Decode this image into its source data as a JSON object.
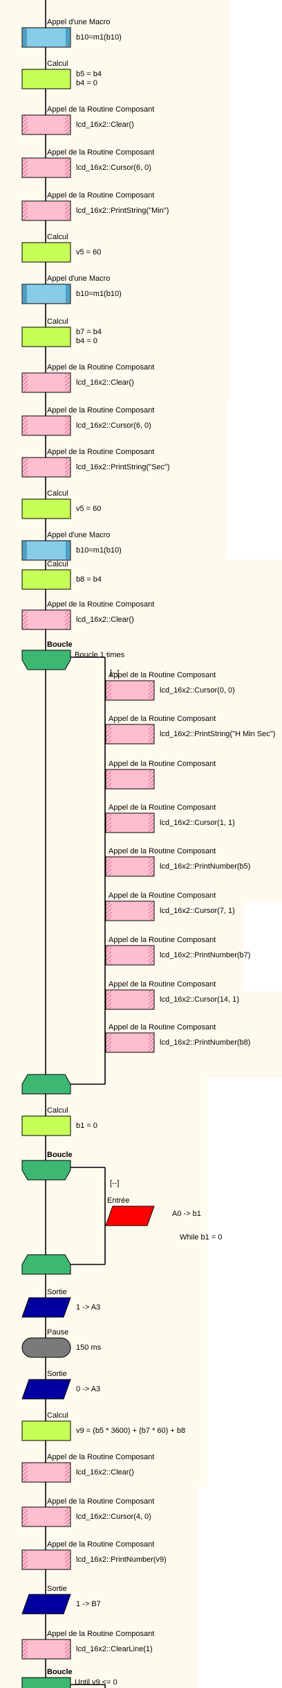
{
  "colors": {
    "background": "#fffaee",
    "line": "#000000",
    "calc_fill": "#c6ff55",
    "macro_fill": "#87cdea",
    "component_fill": "#ffbed0",
    "loop_fill": "#3cb872",
    "input_fill": "#ff0000",
    "output_fill": "#00009e",
    "delay_fill": "#7a7a7a"
  },
  "labels": {
    "macro": "Appel d'une Macro",
    "calc": "Calcul",
    "component": "Appel de la Routine Composant",
    "loop": "Boucle",
    "input": "Entrée",
    "output": "Sortie",
    "delay": "Pause",
    "collapsed": "[--]"
  },
  "steps": [
    {
      "type": "macro",
      "text": [
        "b10=m1(b10)"
      ]
    },
    {
      "type": "calc",
      "text": [
        "b5 = b4",
        "b4 = 0"
      ]
    },
    {
      "type": "component",
      "text": [
        "lcd_16x2::Clear()"
      ]
    },
    {
      "type": "component",
      "text": [
        "lcd_16x2::Cursor(6, 0)"
      ]
    },
    {
      "type": "component",
      "text": [
        "lcd_16x2::PrintString(\"Min\")"
      ]
    },
    {
      "type": "calc",
      "text": [
        "v5 = 60"
      ]
    },
    {
      "type": "macro",
      "text": [
        "b10=m1(b10)"
      ]
    },
    {
      "type": "calc",
      "text": [
        "b7 = b4",
        "b4 = 0"
      ]
    },
    {
      "type": "component",
      "text": [
        "lcd_16x2::Clear()"
      ]
    },
    {
      "type": "component",
      "text": [
        "lcd_16x2::Cursor(6, 0)"
      ]
    },
    {
      "type": "component",
      "text": [
        "lcd_16x2::PrintString(\"Sec\")"
      ]
    },
    {
      "type": "calc",
      "text": [
        "v5 = 60"
      ]
    },
    {
      "type": "macro",
      "text": [
        "b10=m1(b10)"
      ]
    },
    {
      "type": "calc",
      "text": [
        "b8 = b4"
      ]
    },
    {
      "type": "component",
      "text": [
        "lcd_16x2::Clear()"
      ]
    },
    {
      "type": "loop_start",
      "text": [
        "Boucle 1 times"
      ]
    },
    {
      "type": "component",
      "level": 1,
      "text": [
        "lcd_16x2::Cursor(0, 0)"
      ]
    },
    {
      "type": "component",
      "level": 1,
      "text": [
        "lcd_16x2::PrintString(\"H     Min    Sec\")"
      ]
    },
    {
      "type": "component",
      "level": 1,
      "text": []
    },
    {
      "type": "component",
      "level": 1,
      "text": [
        "lcd_16x2::Cursor(1, 1)"
      ]
    },
    {
      "type": "component",
      "level": 1,
      "text": [
        "lcd_16x2::PrintNumber(b5)"
      ]
    },
    {
      "type": "component",
      "level": 1,
      "text": [
        "lcd_16x2::Cursor(7, 1)"
      ]
    },
    {
      "type": "component",
      "level": 1,
      "text": [
        "lcd_16x2::PrintNumber(b7)"
      ]
    },
    {
      "type": "component",
      "level": 1,
      "text": [
        "lcd_16x2::Cursor(14, 1)"
      ]
    },
    {
      "type": "component",
      "level": 1,
      "text": [
        "lcd_16x2::PrintNumber(b8)"
      ]
    },
    {
      "type": "loop_end"
    },
    {
      "type": "calc",
      "text": [
        "b1 = 0"
      ]
    },
    {
      "type": "loop_start",
      "text": []
    },
    {
      "type": "input",
      "level": 1,
      "text": [
        "A0 -> b1"
      ]
    },
    {
      "type": "loop_end",
      "text": [
        "While b1 = 0"
      ]
    },
    {
      "type": "output",
      "text": [
        "1 -> A3"
      ]
    },
    {
      "type": "delay",
      "text": [
        "150 ms"
      ]
    },
    {
      "type": "output",
      "text": [
        "0 -> A3"
      ]
    },
    {
      "type": "calc",
      "text": [
        "v9 = (b5 * 3600) + (b7 * 60) + b8"
      ]
    },
    {
      "type": "component",
      "text": [
        "lcd_16x2::Clear()"
      ]
    },
    {
      "type": "component",
      "text": [
        "lcd_16x2::Cursor(4, 0)"
      ]
    },
    {
      "type": "component",
      "text": [
        "lcd_16x2::PrintNumber(v9)"
      ]
    },
    {
      "type": "output",
      "text": [
        "1 -> B7"
      ]
    },
    {
      "type": "component",
      "text": [
        "lcd_16x2::ClearLine(1)"
      ]
    },
    {
      "type": "loop_start",
      "text": [
        "Until v9 <= 0"
      ]
    }
  ]
}
